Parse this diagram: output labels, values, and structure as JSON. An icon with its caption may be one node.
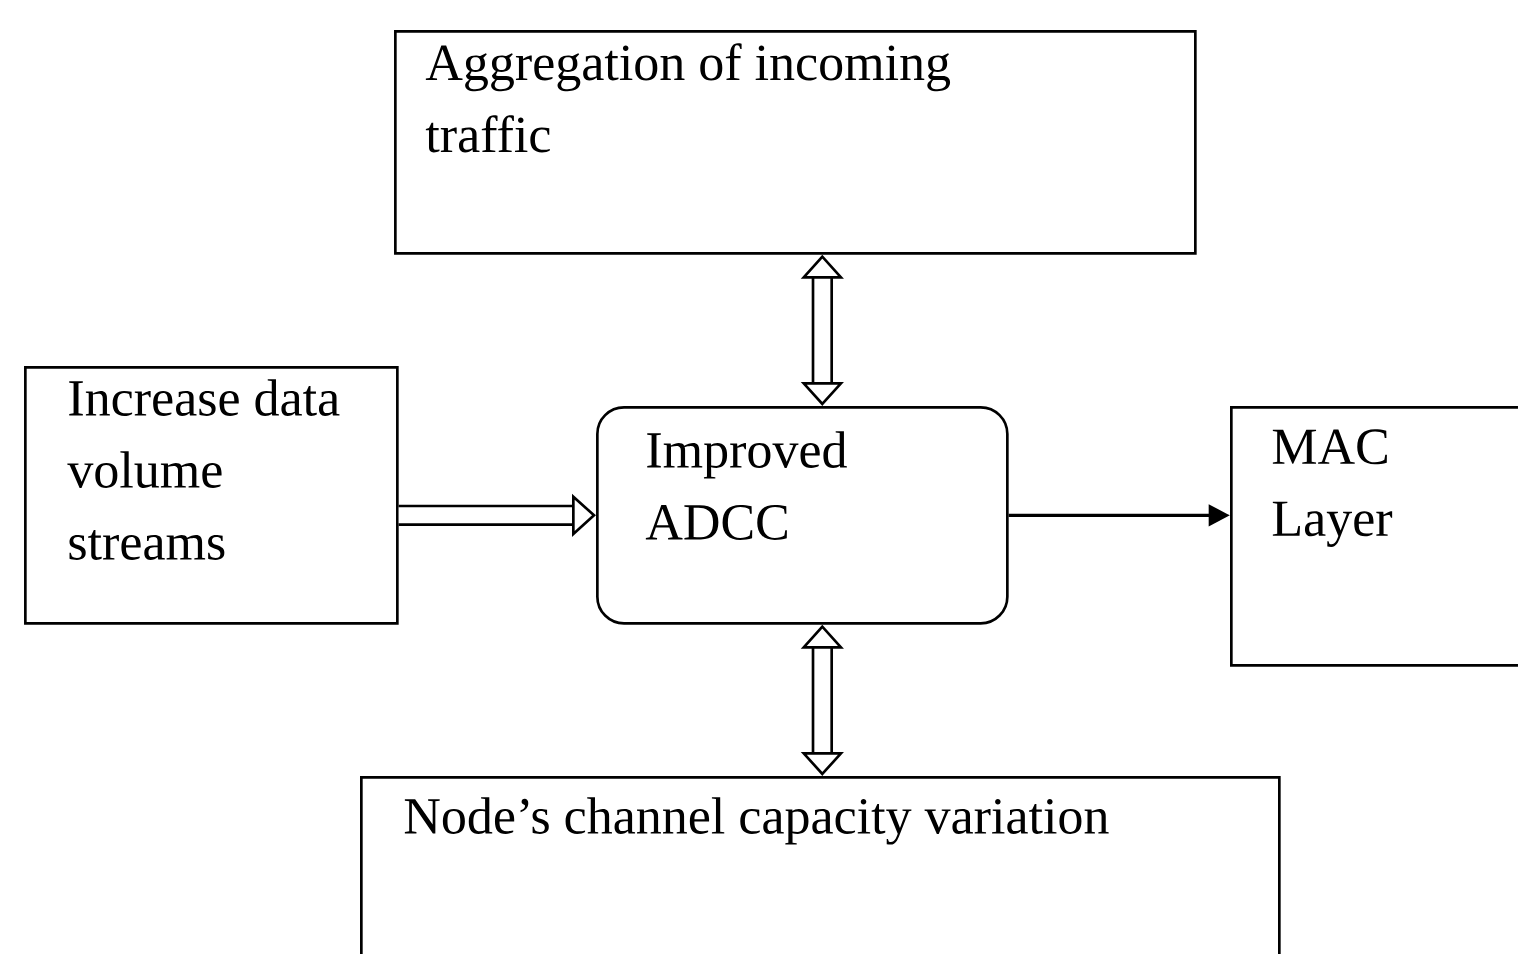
{
  "diagram": {
    "nodes": [
      {
        "text": [
          "Aggregation of incoming traffic"
        ]
      },
      {
        "text": [
          "Increase data volume streams"
        ]
      },
      {
        "text": [
          "Improved ADCC"
        ]
      },
      {
        "text": [
          "MAC Layer"
        ]
      },
      {
        "text": [
          "Node’s channel capacity variation"
        ]
      }
    ],
    "edges": [
      {
        "from": 0,
        "to": 2,
        "arrow": "both"
      },
      {
        "from": 1,
        "to": 2,
        "arrow": "to"
      },
      {
        "from": 2,
        "to": 3,
        "arrow": "to"
      },
      {
        "from": 2,
        "to": 4,
        "arrow": "both"
      }
    ]
  }
}
